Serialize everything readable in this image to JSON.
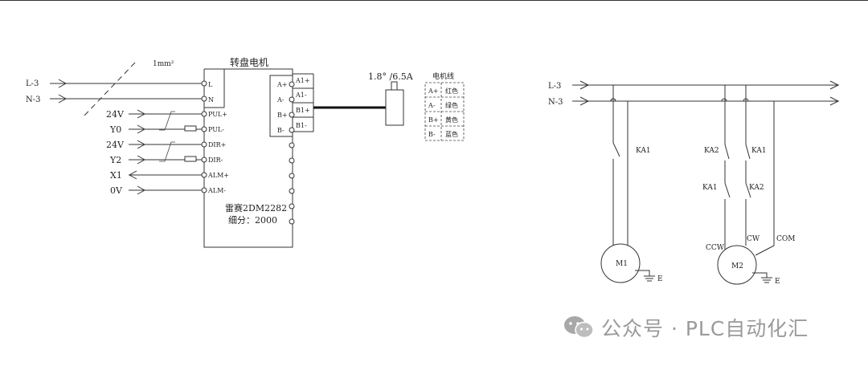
{
  "left_circuit": {
    "wire_gauge": "1mm²",
    "motor_title": "转盘电机",
    "input_labels": [
      "L-3",
      "N-3",
      "24V",
      "Y0",
      "24V",
      "Y2",
      "X1",
      "0V"
    ],
    "driver_terminals": [
      "L",
      "N",
      "PUL+",
      "PUL-",
      "DIR+",
      "DIR-",
      "ALM+",
      "ALM-"
    ],
    "driver_model": "雷赛2DM2282",
    "microstep": "细分：2000",
    "output_terminals": [
      "A+",
      "A-",
      "B+",
      "B-"
    ],
    "motor_terminals": [
      "A1+",
      "A1-",
      "B1+",
      "B1-"
    ],
    "motor_spec": "1.8° /6.5A",
    "cable_table": {
      "title": "电机线",
      "rows": [
        [
          "A+",
          "红色"
        ],
        [
          "A-",
          "绿色"
        ],
        [
          "B+",
          "黄色"
        ],
        [
          "B-",
          "蓝色"
        ]
      ]
    }
  },
  "right_circuit": {
    "bus_labels": [
      "L-3",
      "N-3"
    ],
    "contacts": [
      "KA1",
      "KA2",
      "KA1",
      "KA1",
      "KA2"
    ],
    "terminal_labels": [
      "CCW",
      "CW",
      "COM"
    ],
    "motors": [
      "M1",
      "M2"
    ],
    "ground_labels": [
      "E",
      "E"
    ]
  },
  "watermark": {
    "icon": "wechat-icon",
    "text": "公众号 · PLC自动化汇"
  }
}
